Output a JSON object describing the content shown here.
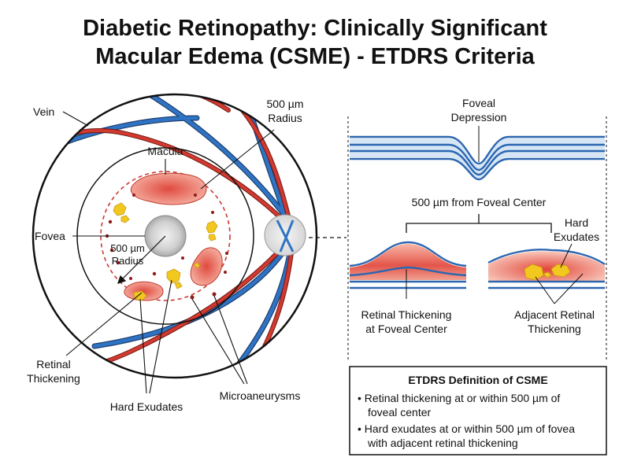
{
  "title": {
    "line1": "Diabetic Retinopathy: Clinically Significant",
    "line2": "Macular Edema (CSME) - ETDRS Criteria"
  },
  "fundus_labels": {
    "vein": "Vein",
    "radius_500_line1": "500 µm",
    "radius_500_line2": "Radius",
    "macula": "Macula",
    "fovea": "Fovea",
    "inner_radius_line1": "500 µm",
    "inner_radius_line2": "Radius",
    "retinal_thickening_line1": "Retinal",
    "retinal_thickening_line2": "Thickening",
    "hard_exudates": "Hard Exudates",
    "microaneurysms": "Microaneurysms"
  },
  "cross_section_labels": {
    "foveal_depression_line1": "Foveal",
    "foveal_depression_line2": "Depression",
    "distance": "500 µm from Foveal Center",
    "hard_exudates_line1": "Hard",
    "hard_exudates_line2": "Exudates",
    "thickening_center_line1": "Retinal Thickening",
    "thickening_center_line2": "at Foveal Center",
    "adjacent_line1": "Adjacent Retinal",
    "adjacent_line2": "Thickening"
  },
  "definition_box": {
    "title": "ETDRS Definition of CSME",
    "item1_line1": "• Retinal thickening at or within 500 µm of",
    "item1_line2": "foveal center",
    "item2_line1": "• Hard exudates at or within 500 µm of fovea",
    "item2_line2": "with adjacent retinal thickening"
  },
  "colors": {
    "vein": "#1f5fa6",
    "artery": "#c8302a",
    "edema": "#e0594f",
    "exudate": "#f3c81e",
    "retina_layer": "#2b66b0"
  }
}
